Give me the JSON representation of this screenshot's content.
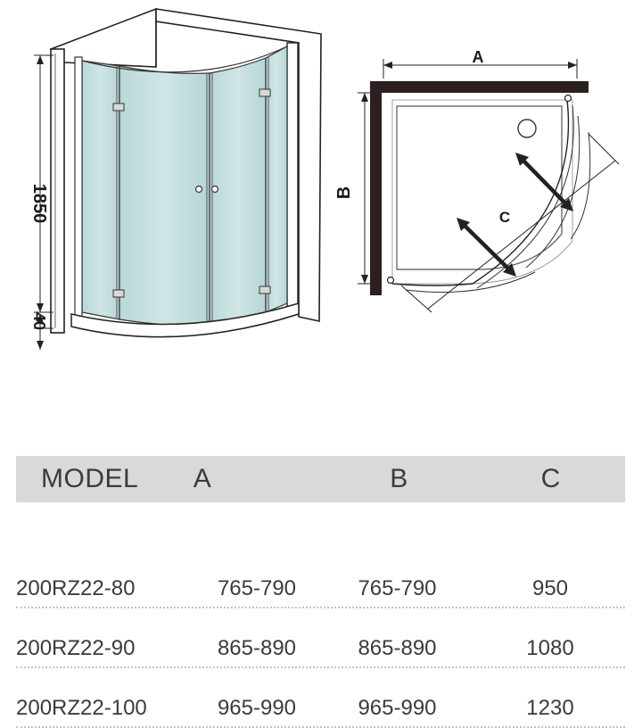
{
  "diagram": {
    "height_label": "1850",
    "base_label": "40",
    "dim_a": "A",
    "dim_b": "B",
    "dim_c": "C"
  },
  "table": {
    "headers": [
      "MODEL",
      "A",
      "B",
      "C"
    ],
    "rows": [
      [
        "200RZ22-80",
        "765-790",
        "765-790",
        "950"
      ],
      [
        "200RZ22-90",
        "865-890",
        "865-890",
        "1080"
      ],
      [
        "200RZ22-100",
        "965-990",
        "965-990",
        "1230"
      ]
    ]
  }
}
